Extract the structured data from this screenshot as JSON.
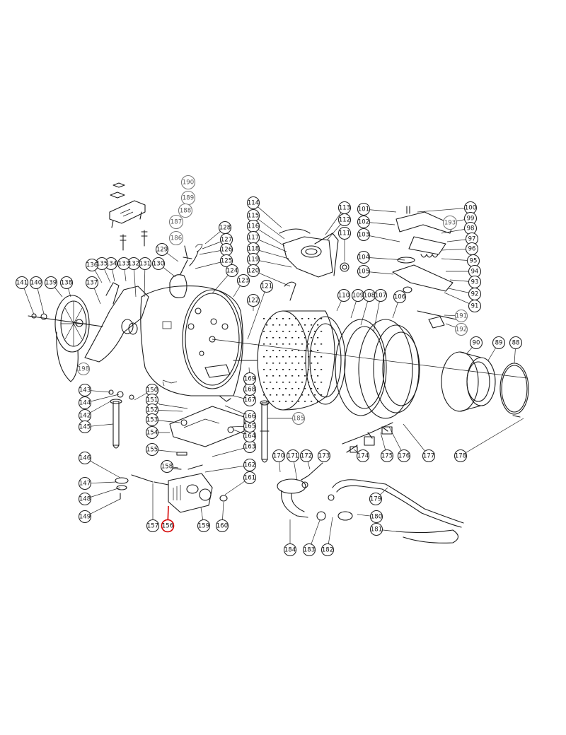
{
  "diagram": {
    "highlight_color": "#d40000",
    "line_color": "#1a1a1a",
    "callouts": [
      {
        "label": "190",
        "state": "faded"
      },
      {
        "label": "189",
        "state": "faded"
      },
      {
        "label": "188",
        "state": "faded"
      },
      {
        "label": "187",
        "state": "faded"
      },
      {
        "label": "186",
        "state": "faded"
      },
      {
        "label": "114",
        "state": "normal"
      },
      {
        "label": "115",
        "state": "normal"
      },
      {
        "label": "116",
        "state": "normal"
      },
      {
        "label": "117",
        "state": "normal"
      },
      {
        "label": "118",
        "state": "normal"
      },
      {
        "label": "119",
        "state": "normal"
      },
      {
        "label": "120",
        "state": "normal"
      },
      {
        "label": "113",
        "state": "normal"
      },
      {
        "label": "112",
        "state": "normal"
      },
      {
        "label": "111",
        "state": "normal"
      },
      {
        "label": "101",
        "state": "normal"
      },
      {
        "label": "102",
        "state": "normal"
      },
      {
        "label": "103",
        "state": "normal"
      },
      {
        "label": "104",
        "state": "normal"
      },
      {
        "label": "105",
        "state": "normal"
      },
      {
        "label": "100",
        "state": "normal"
      },
      {
        "label": "99",
        "state": "normal"
      },
      {
        "label": "193",
        "state": "faded"
      },
      {
        "label": "98",
        "state": "normal"
      },
      {
        "label": "97",
        "state": "normal"
      },
      {
        "label": "96",
        "state": "normal"
      },
      {
        "label": "95",
        "state": "normal"
      },
      {
        "label": "94",
        "state": "normal"
      },
      {
        "label": "93",
        "state": "normal"
      },
      {
        "label": "92",
        "state": "normal"
      },
      {
        "label": "91",
        "state": "normal"
      },
      {
        "label": "191",
        "state": "faded"
      },
      {
        "label": "192",
        "state": "faded"
      },
      {
        "label": "128",
        "state": "normal"
      },
      {
        "label": "127",
        "state": "normal"
      },
      {
        "label": "126",
        "state": "normal"
      },
      {
        "label": "125",
        "state": "normal"
      },
      {
        "label": "124",
        "state": "normal"
      },
      {
        "label": "123",
        "state": "normal"
      },
      {
        "label": "122",
        "state": "normal"
      },
      {
        "label": "121",
        "state": "normal"
      },
      {
        "label": "129",
        "state": "normal"
      },
      {
        "label": "130",
        "state": "normal"
      },
      {
        "label": "131",
        "state": "normal"
      },
      {
        "label": "132",
        "state": "normal"
      },
      {
        "label": "133",
        "state": "normal"
      },
      {
        "label": "134",
        "state": "normal"
      },
      {
        "label": "135",
        "state": "normal"
      },
      {
        "label": "136",
        "state": "normal"
      },
      {
        "label": "137",
        "state": "normal"
      },
      {
        "label": "138",
        "state": "normal"
      },
      {
        "label": "139",
        "state": "normal"
      },
      {
        "label": "140",
        "state": "normal"
      },
      {
        "label": "141",
        "state": "normal"
      },
      {
        "label": "110",
        "state": "normal"
      },
      {
        "label": "109",
        "state": "normal"
      },
      {
        "label": "108",
        "state": "normal"
      },
      {
        "label": "107",
        "state": "normal"
      },
      {
        "label": "106",
        "state": "normal"
      },
      {
        "label": "90",
        "state": "normal"
      },
      {
        "label": "89",
        "state": "normal"
      },
      {
        "label": "88",
        "state": "normal"
      },
      {
        "label": "198",
        "state": "faded"
      },
      {
        "label": "143",
        "state": "normal"
      },
      {
        "label": "144",
        "state": "normal"
      },
      {
        "label": "142",
        "state": "normal"
      },
      {
        "label": "145",
        "state": "normal"
      },
      {
        "label": "146",
        "state": "normal"
      },
      {
        "label": "147",
        "state": "normal"
      },
      {
        "label": "148",
        "state": "normal"
      },
      {
        "label": "149",
        "state": "normal"
      },
      {
        "label": "150",
        "state": "normal"
      },
      {
        "label": "151",
        "state": "normal"
      },
      {
        "label": "152",
        "state": "normal"
      },
      {
        "label": "153",
        "state": "normal"
      },
      {
        "label": "154",
        "state": "normal"
      },
      {
        "label": "155",
        "state": "normal"
      },
      {
        "label": "156",
        "state": "highlighted"
      },
      {
        "label": "157",
        "state": "normal"
      },
      {
        "label": "158",
        "state": "normal"
      },
      {
        "label": "159",
        "state": "normal"
      },
      {
        "label": "160",
        "state": "normal"
      },
      {
        "label": "161",
        "state": "normal"
      },
      {
        "label": "162",
        "state": "normal"
      },
      {
        "label": "163",
        "state": "normal"
      },
      {
        "label": "164",
        "state": "normal"
      },
      {
        "label": "165",
        "state": "normal"
      },
      {
        "label": "166",
        "state": "normal"
      },
      {
        "label": "167",
        "state": "normal"
      },
      {
        "label": "168",
        "state": "normal"
      },
      {
        "label": "169",
        "state": "normal"
      },
      {
        "label": "185",
        "state": "faded"
      },
      {
        "label": "170",
        "state": "normal"
      },
      {
        "label": "171",
        "state": "normal"
      },
      {
        "label": "172",
        "state": "normal"
      },
      {
        "label": "173",
        "state": "normal"
      },
      {
        "label": "174",
        "state": "normal"
      },
      {
        "label": "175",
        "state": "normal"
      },
      {
        "label": "176",
        "state": "normal"
      },
      {
        "label": "177",
        "state": "normal"
      },
      {
        "label": "178",
        "state": "normal"
      },
      {
        "label": "179",
        "state": "normal"
      },
      {
        "label": "180",
        "state": "normal"
      },
      {
        "label": "181",
        "state": "normal"
      },
      {
        "label": "182",
        "state": "normal"
      },
      {
        "label": "183",
        "state": "normal"
      },
      {
        "label": "184",
        "state": "normal"
      }
    ]
  }
}
